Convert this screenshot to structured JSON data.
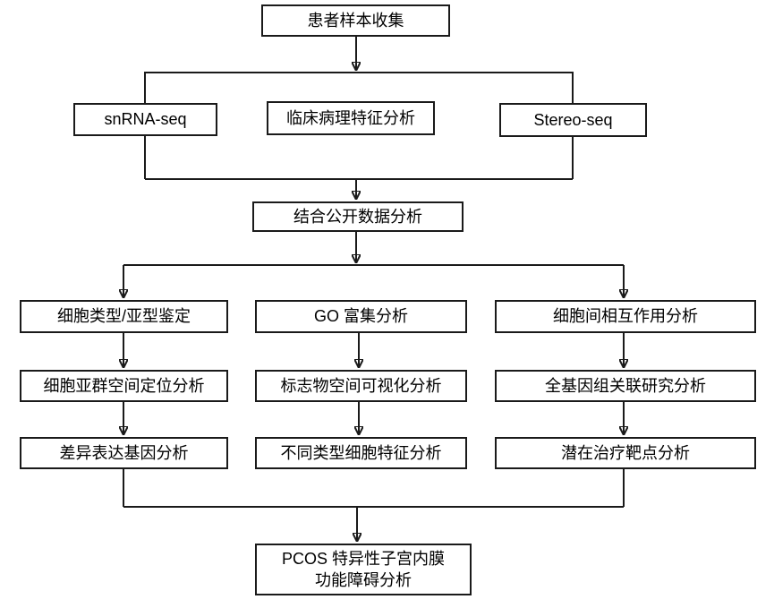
{
  "diagram": {
    "type": "flowchart",
    "colors": {
      "line": "#1a1a1a",
      "box_border": "#1a1a1a",
      "box_fill": "#ffffff",
      "text": "#000000",
      "background": "#ffffff"
    },
    "nodes": {
      "collect": {
        "label": "患者样本收集"
      },
      "snrna": {
        "label": "snRNA-seq"
      },
      "clinical": {
        "label": "临床病理特征分析"
      },
      "stereo": {
        "label": "Stereo-seq"
      },
      "combine": {
        "label": "结合公开数据分析"
      },
      "celltype": {
        "label": "细胞类型/亚型鉴定"
      },
      "go": {
        "label": "GO 富集分析"
      },
      "interaction": {
        "label": "细胞间相互作用分析"
      },
      "spatial_loc": {
        "label": "细胞亚群空间定位分析"
      },
      "marker_vis": {
        "label": "标志物空间可视化分析"
      },
      "gwas": {
        "label": "全基因组关联研究分析"
      },
      "deg": {
        "label": "差异表达基因分析"
      },
      "cell_features": {
        "label": "不同类型细胞特征分析"
      },
      "targets": {
        "label": "潜在治疗靶点分析"
      },
      "pcos": {
        "line1": "PCOS 特异性子宫内膜",
        "line2": "功能障碍分析"
      }
    },
    "edges": [
      "collect -> (snRNA-seq | 临床病理特征分析 | Stereo-seq)",
      "(snRNA-seq | 临床病理特征分析 | Stereo-seq) -> combine",
      "combine -> (celltype | go | interaction)",
      "celltype -> spatial_loc -> deg",
      "go -> marker_vis -> cell_features",
      "interaction -> gwas -> targets",
      "(deg | cell_features | targets) -> pcos"
    ]
  }
}
